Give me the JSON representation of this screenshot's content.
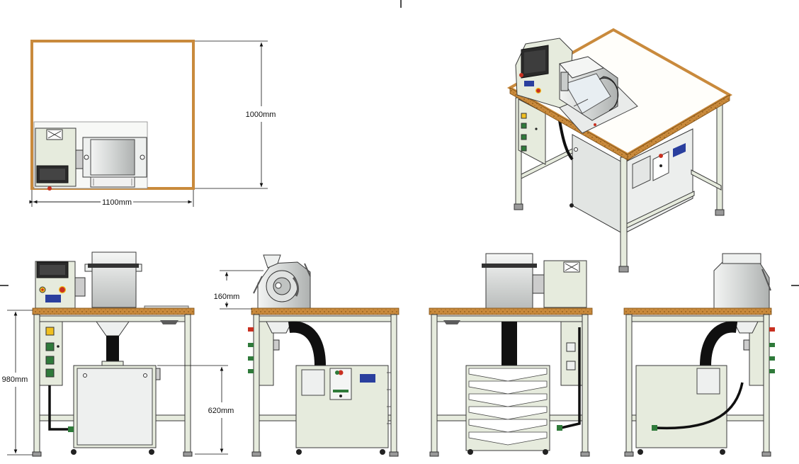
{
  "dimensions": {
    "width_top": "1100mm",
    "depth_top": "1000mm",
    "table_height": "980mm",
    "cabinet_height": "620mm",
    "hood_height": "160mm"
  },
  "colors": {
    "wood_edge": "#c98a3c",
    "wood_dot": "#9a6420",
    "frame": "#e6ebdd",
    "stroke": "#3a3a3a",
    "steel_light": "#eef0ef",
    "steel_mid": "#c9cccb",
    "display_dark": "#2a2a2a",
    "brand_blue": "#2a3f9e",
    "button_red": "#c83020",
    "button_yellow": "#f0c020",
    "button_green": "#2f7a3a",
    "hose_black": "#101010"
  }
}
